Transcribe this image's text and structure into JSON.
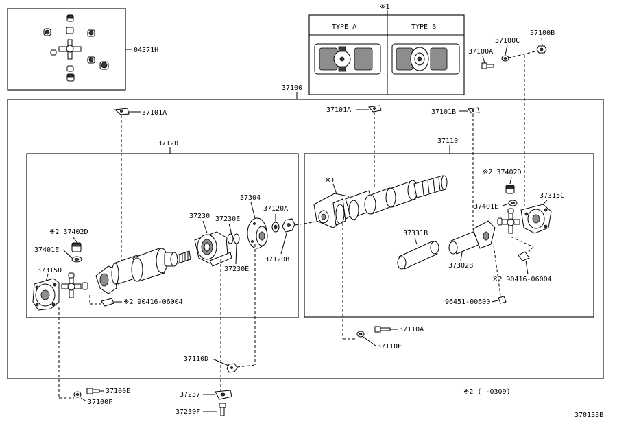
{
  "diagram_id": "370133B",
  "note_marker": "※1",
  "footnote": "※2 (      -0309)",
  "types": {
    "a": "TYPE A",
    "b": "TYPE B"
  },
  "labels": {
    "p04371H": "04371H",
    "p37100": "37100",
    "p37100C": "37100C",
    "p37100B": "37100B",
    "p37100A": "37100A",
    "p37101A_l": "37101A",
    "p37101A_c": "37101A",
    "p37101B": "37101B",
    "p37120": "37120",
    "p37110": "37110",
    "p37402D_l": "※2 37402D",
    "p37401E_l": "37401E",
    "p37315D": "37315D",
    "p90416_l": "※2 90416-06004",
    "p37230": "37230",
    "p37230E_a": "37230E",
    "p37230E_b": "37230E",
    "p37304": "37304",
    "p37120A": "37120A",
    "p37120B": "37120B",
    "p_mark1": "※1",
    "p37402D_r": "※2 37402D",
    "p37401E_r": "37401E",
    "p37315C": "37315C",
    "p37331B": "37331B",
    "p37302B": "37302B",
    "p90416_r": "※2 90416-06004",
    "p96451": "96451-00600",
    "p37110A": "37110A",
    "p37110E": "37110E",
    "p37110D": "37110D",
    "p37100E": "37100E",
    "p37100F": "37100F",
    "p37237": "37237",
    "p37230F": "37230F"
  }
}
